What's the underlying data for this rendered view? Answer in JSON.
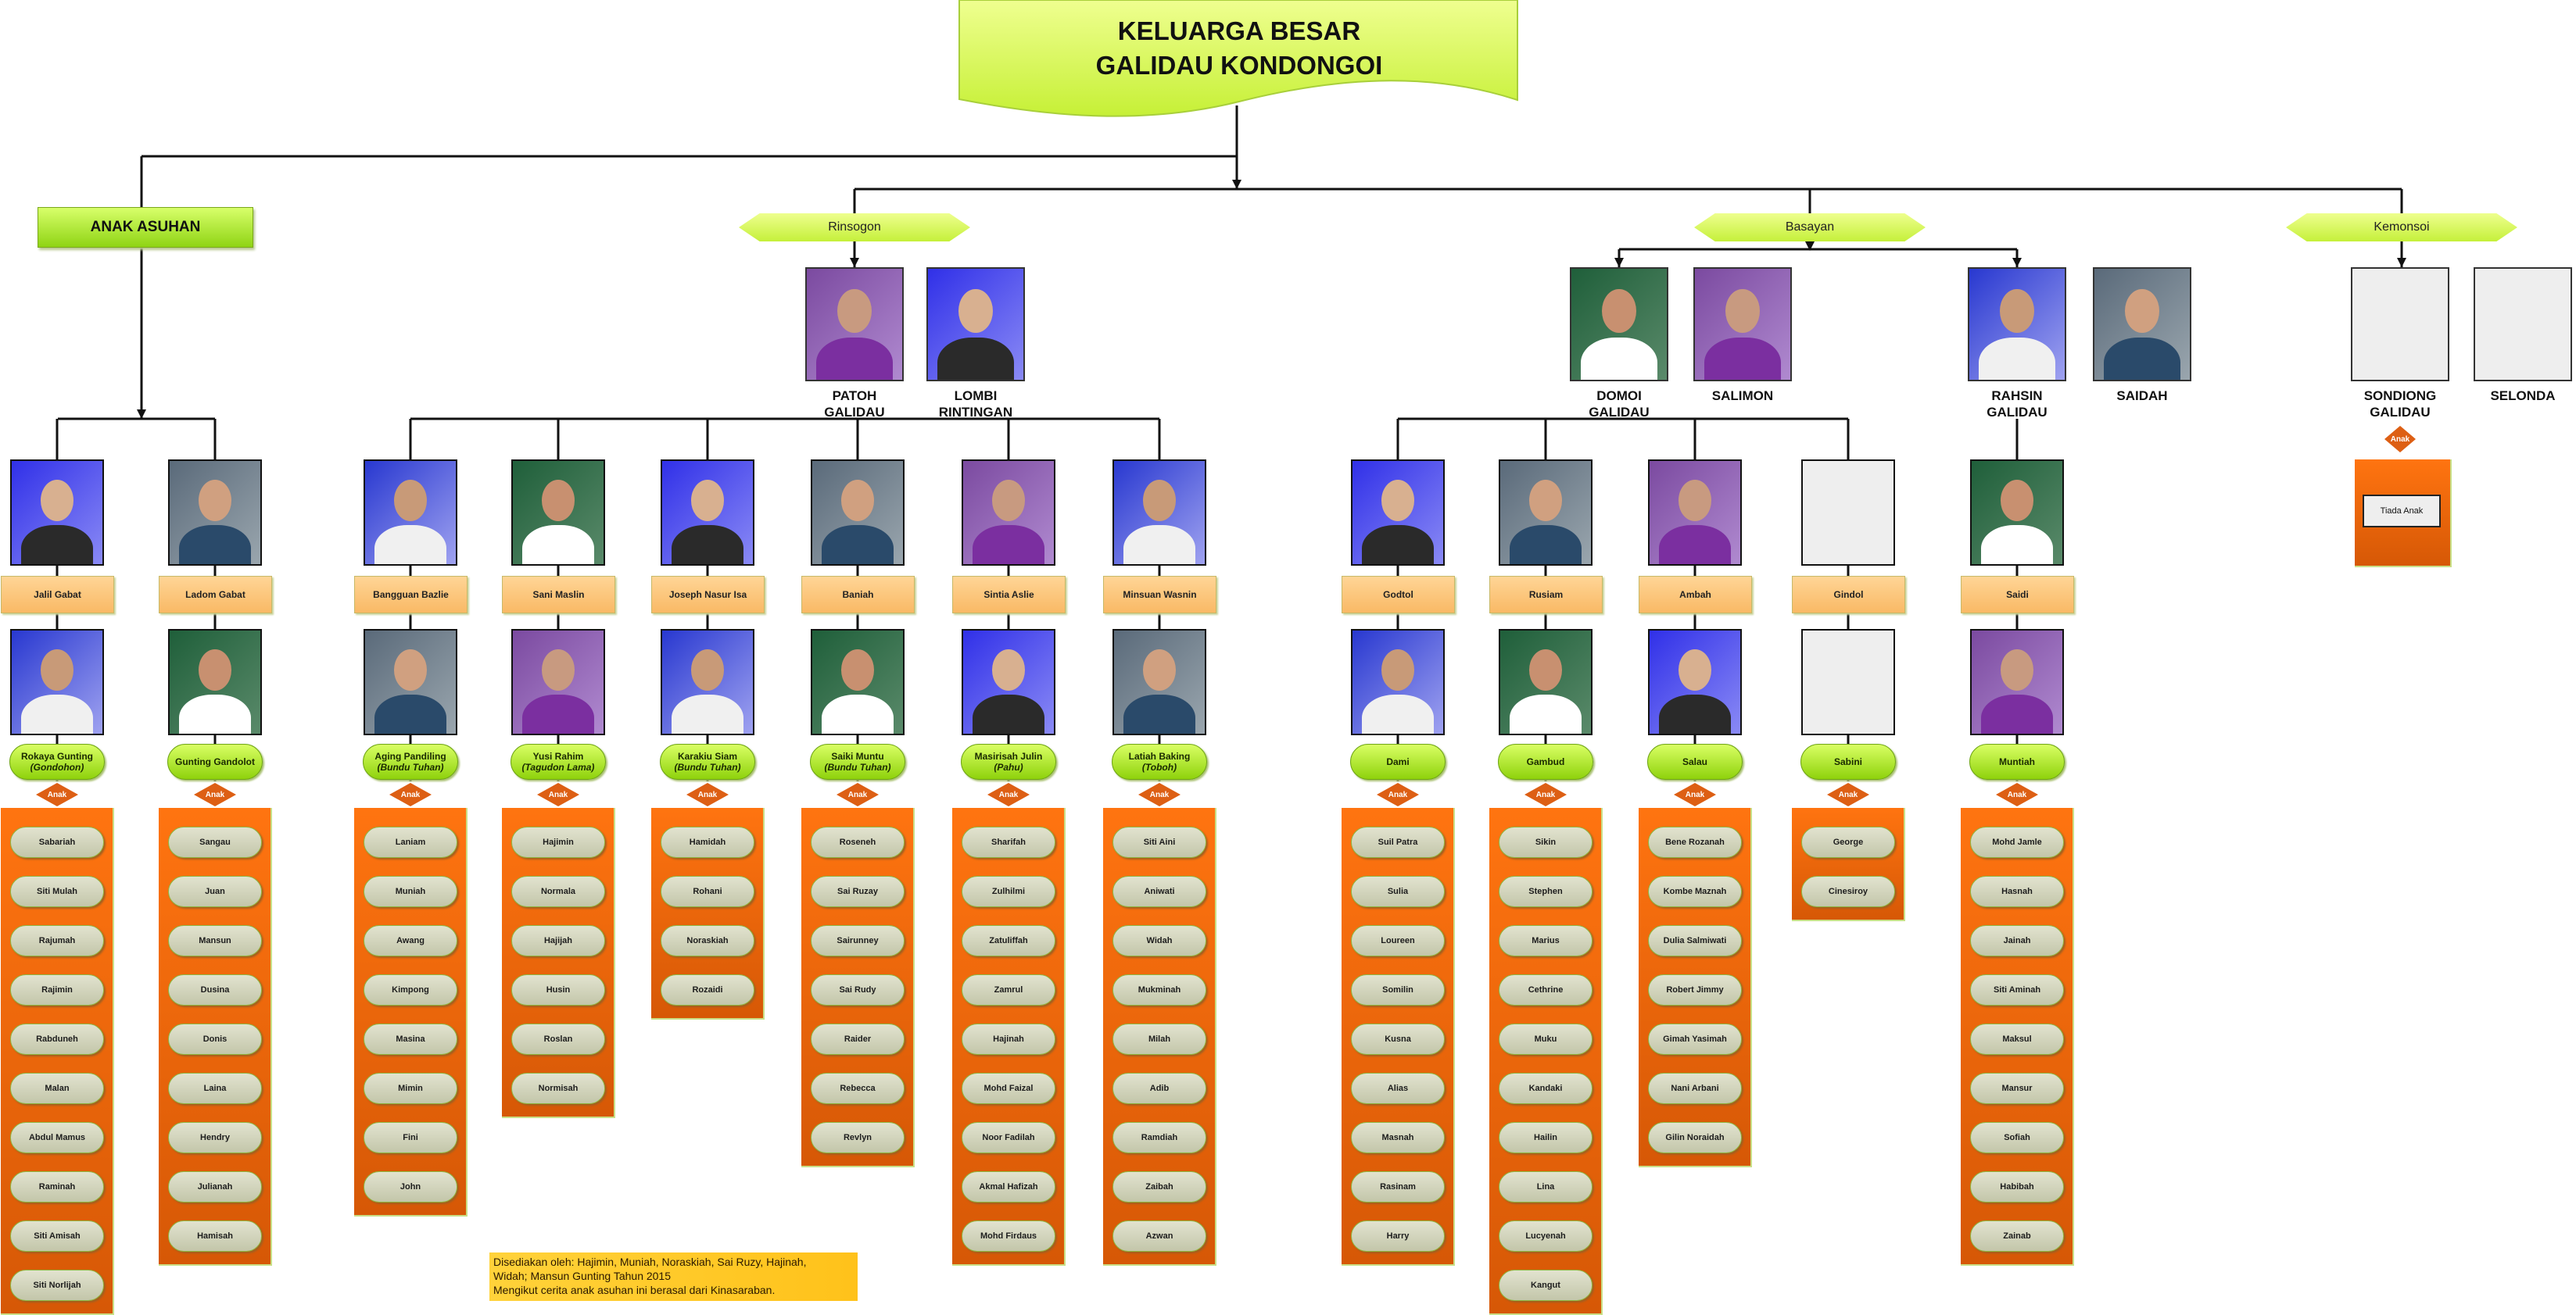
{
  "title": {
    "line1": "KELUARGA BESAR",
    "line2": "GALIDAU KONDONGOI"
  },
  "anak_asuhan": {
    "label": "ANAK ASUHAN",
    "families": [
      {
        "name": "Jalil Gabat",
        "spouse": "Rokaya Gunting",
        "spouse_note": "(Gondohon)",
        "anak_label": "Anak",
        "children": [
          "Sabariah",
          "Siti Mulah",
          "Rajumah",
          "Rajimin",
          "Rabduneh",
          "Malan",
          "Abdul Mamus",
          "Raminah",
          "Siti Amisah",
          "Siti Norlijah"
        ]
      },
      {
        "name": "Ladom Gabat",
        "spouse": "Gunting Gandolot",
        "anak_label": "Anak",
        "children": [
          "Sangau",
          "Juan",
          "Mansun",
          "Dusina",
          "Donis",
          "Laina",
          "Hendry",
          "Julianah",
          "Hamisah"
        ]
      }
    ]
  },
  "branches": [
    {
      "label": "Rinsogon",
      "couples": [
        {
          "parents": [
            "PATOH\nGALIDAU",
            "LOMBI\nRINTINGAN"
          ],
          "families": [
            {
              "name": "Bangguan Bazlie",
              "spouse": "Aging Pandiling",
              "spouse_note": "(Bundu Tuhan)",
              "anak_label": "Anak",
              "children": [
                "Laniam",
                "Muniah",
                "Awang",
                "Kimpong",
                "Masina",
                "Mimin",
                "Fini",
                "John"
              ]
            },
            {
              "name": "Sani Maslin",
              "spouse": "Yusi Rahim",
              "spouse_note": "(Tagudon Lama)",
              "anak_label": "Anak",
              "children": [
                "Hajimin",
                "Normala",
                "Hajijah",
                "Husin",
                "Roslan",
                "Normisah"
              ]
            },
            {
              "name": "Joseph Nasur Isa",
              "spouse": "Karakiu Siam",
              "spouse_note": "(Bundu Tuhan)",
              "anak_label": "Anak",
              "children": [
                "Hamidah",
                "Rohani",
                "Noraskiah",
                "Rozaidi"
              ]
            },
            {
              "name": "Baniah",
              "spouse": "Saiki Muntu",
              "spouse_note": "(Bundu Tuhan)",
              "anak_label": "Anak",
              "children": [
                "Roseneh",
                "Sai Ruzay",
                "Sairunney",
                "Sai Rudy",
                "Raider",
                "Rebecca",
                "Revlyn"
              ]
            },
            {
              "name": "Sintia Aslie",
              "spouse": "Masirisah Julin",
              "spouse_note": "(Pahu)",
              "anak_label": "Anak",
              "children": [
                "Sharifah",
                "Zulhilmi",
                "Zatuliffah",
                "Zamrul",
                "Hajinah",
                "Mohd Faizal",
                "Noor Fadilah",
                "Akmal Hafizah",
                "Mohd Firdaus"
              ]
            },
            {
              "name": "Minsuan Wasnin",
              "spouse": "Latiah Baking",
              "spouse_note": "(Toboh)",
              "anak_label": "Anak",
              "children": [
                "Siti Aini",
                "Aniwati",
                "Widah",
                "Mukminah",
                "Milah",
                "Adib",
                "Ramdiah",
                "Zaibah",
                "Azwan"
              ]
            }
          ]
        }
      ]
    },
    {
      "label": "Basayan",
      "couples": [
        {
          "parents": [
            "DOMOI\nGALIDAU",
            "SALIMON"
          ],
          "families": [
            {
              "name": "Godtol",
              "spouse": "Dami",
              "anak_label": "Anak",
              "children": [
                "Suil Patra",
                "Sulia",
                "Loureen",
                "Somilin",
                "Kusna",
                "Alias",
                "Masnah",
                "Rasinam",
                "Harry"
              ]
            },
            {
              "name": "Rusiam",
              "spouse": "Gambud",
              "anak_label": "Anak",
              "children": [
                "Sikin",
                "Stephen",
                "Marius",
                "Cethrine",
                "Muku",
                "Kandaki",
                "Hailin",
                "Lina",
                "Lucyenah",
                "Kangut"
              ]
            },
            {
              "name": "Ambah",
              "spouse": "Salau",
              "anak_label": "Anak",
              "children": [
                "Bene Rozanah",
                "Kombe Maznah",
                "Dulia Salmiwati",
                "Robert Jimmy",
                "Gimah Yasimah",
                "Nani Arbani",
                "Gilin Noraidah"
              ]
            },
            {
              "name": "Gindol",
              "spouse": "Sabini",
              "anak_label": "Anak",
              "children": [
                "George",
                "Cinesiroy"
              ]
            }
          ]
        },
        {
          "parents": [
            "RAHSIN\nGALIDAU",
            "SAIDAH"
          ],
          "families": [
            {
              "name": "Saidi",
              "spouse": "Muntiah",
              "anak_label": "Anak",
              "children": [
                "Mohd Jamle",
                "Hasnah",
                "Jainah",
                "Siti Aminah",
                "Maksul",
                "Mansur",
                "Sofiah",
                "Habibah",
                "Zainab"
              ]
            }
          ]
        }
      ]
    },
    {
      "label": "Kemonsoi",
      "couples": [
        {
          "parents": [
            "SONDIONG\nGALIDAU",
            "SELONDA"
          ],
          "anak_label": "Anak",
          "no_children": "Tiada Anak"
        }
      ]
    }
  ],
  "footer": {
    "lines": [
      "Disediakan oleh: Hajimin, Muniah, Noraskiah, Sai Ruzy, Hajinah,",
      "Widah; Mansun Gunting Tahun 2015",
      "Mengikut cerita anak asuhan ini berasal dari Kinasaraban."
    ]
  },
  "colors": {
    "title_bg": "#cff54a",
    "name_box": "#fbc26f",
    "spouse_pill": "#a8e21c",
    "children_box": "#f06a0c",
    "child_pill": "#cfd1b9",
    "footer_bg": "#ffc828"
  }
}
